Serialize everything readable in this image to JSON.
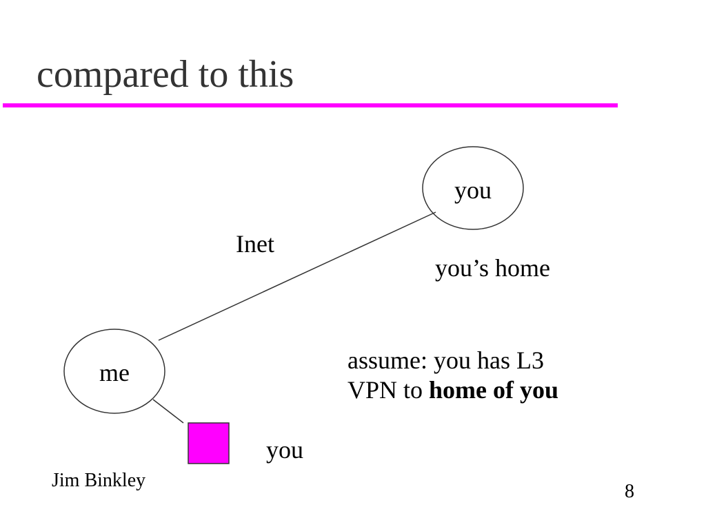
{
  "slide": {
    "title": "compared to this",
    "accent_color": "#ff00ff"
  },
  "diagram": {
    "nodes": {
      "you_top": "you",
      "me": "me"
    },
    "labels": {
      "link": "Inet",
      "home": "you’s home",
      "device": "you"
    },
    "note": {
      "line1": "assume: you has L3",
      "line2_prefix": "VPN to ",
      "line2_bold": "home of you"
    }
  },
  "footer": {
    "author": "Jim Binkley",
    "page_number": "8"
  }
}
